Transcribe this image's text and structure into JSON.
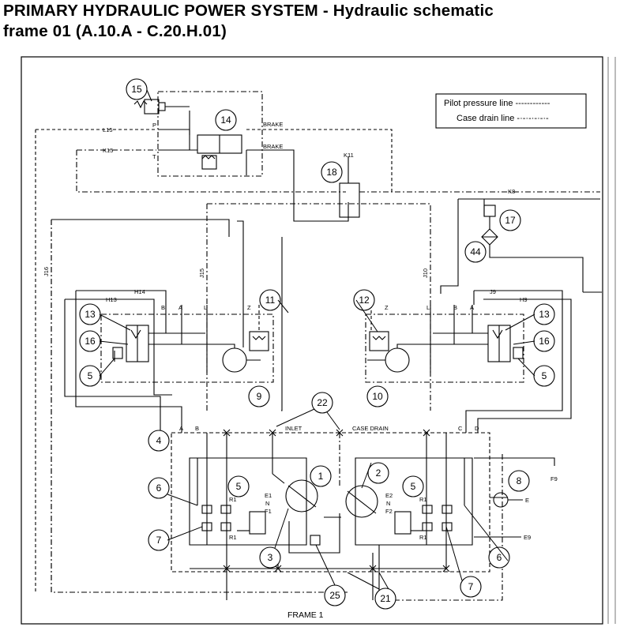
{
  "title": {
    "line1": "PRIMARY HYDRAULIC POWER SYSTEM - Hydraulic schematic",
    "line2": "frame 01 (A.10.A - C.20.H.01)"
  },
  "legend": {
    "pilot_line": "Pilot pressure line ------------",
    "case_drain": "Case drain line -·-·-·-·-·-"
  },
  "frame_label": "FRAME 1",
  "callouts": [
    {
      "id": "15",
      "text": "15"
    },
    {
      "id": "14",
      "text": "14"
    },
    {
      "id": "18",
      "text": "18"
    },
    {
      "id": "17",
      "text": "17"
    },
    {
      "id": "44",
      "text": "44"
    },
    {
      "id": "13L",
      "text": "13"
    },
    {
      "id": "16L",
      "text": "16"
    },
    {
      "id": "5L",
      "text": "5"
    },
    {
      "id": "11",
      "text": "11"
    },
    {
      "id": "9",
      "text": "9"
    },
    {
      "id": "12",
      "text": "12"
    },
    {
      "id": "10",
      "text": "10"
    },
    {
      "id": "13R",
      "text": "13"
    },
    {
      "id": "16R",
      "text": "16"
    },
    {
      "id": "5R",
      "text": "5"
    },
    {
      "id": "22",
      "text": "22"
    },
    {
      "id": "4",
      "text": "4"
    },
    {
      "id": "1",
      "text": "1"
    },
    {
      "id": "2",
      "text": "2"
    },
    {
      "id": "6L",
      "text": "6"
    },
    {
      "id": "5ML",
      "text": "5"
    },
    {
      "id": "5MR",
      "text": "5"
    },
    {
      "id": "8",
      "text": "8"
    },
    {
      "id": "7L",
      "text": "7"
    },
    {
      "id": "3",
      "text": "3"
    },
    {
      "id": "6R",
      "text": "6"
    },
    {
      "id": "25",
      "text": "25"
    },
    {
      "id": "21",
      "text": "21"
    },
    {
      "id": "7R",
      "text": "7"
    }
  ],
  "labels": [
    {
      "id": "L15",
      "text": "L15"
    },
    {
      "id": "K15",
      "text": "K15"
    },
    {
      "id": "P",
      "text": "P"
    },
    {
      "id": "T",
      "text": "T"
    },
    {
      "id": "BRAKE1",
      "text": "BRAKE"
    },
    {
      "id": "BRAKE2",
      "text": "BRAKE"
    },
    {
      "id": "K11",
      "text": "K11"
    },
    {
      "id": "K8",
      "text": "K8"
    },
    {
      "id": "J16",
      "text": "J16"
    },
    {
      "id": "J15",
      "text": "J15"
    },
    {
      "id": "J10",
      "text": "J10"
    },
    {
      "id": "H14",
      "text": "H14"
    },
    {
      "id": "H13",
      "text": "H13"
    },
    {
      "id": "J9",
      "text": "J9"
    },
    {
      "id": "H9",
      "text": "H9"
    },
    {
      "id": "B_L",
      "text": "B"
    },
    {
      "id": "A_L",
      "text": "A"
    },
    {
      "id": "L_L",
      "text": "L"
    },
    {
      "id": "Z_L",
      "text": "Z"
    },
    {
      "id": "Z_R",
      "text": "Z"
    },
    {
      "id": "L_R",
      "text": "L"
    },
    {
      "id": "B_R",
      "text": "B"
    },
    {
      "id": "A_R",
      "text": "A"
    },
    {
      "id": "A_F",
      "text": "A"
    },
    {
      "id": "B_F",
      "text": "B"
    },
    {
      "id": "INLET",
      "text": "INLET"
    },
    {
      "id": "CASEDRAIN",
      "text": "CASE DRAIN"
    },
    {
      "id": "C_F",
      "text": "C"
    },
    {
      "id": "D_F",
      "text": "D"
    },
    {
      "id": "F9",
      "text": "F9"
    },
    {
      "id": "E",
      "text": "E"
    },
    {
      "id": "E9",
      "text": "E9"
    },
    {
      "id": "R1a",
      "text": "R1"
    },
    {
      "id": "R1b",
      "text": "R1"
    },
    {
      "id": "R1c",
      "text": "R1"
    },
    {
      "id": "R1d",
      "text": "R1"
    },
    {
      "id": "E1",
      "text": "E1"
    },
    {
      "id": "N1",
      "text": "N"
    },
    {
      "id": "F1",
      "text": "F1"
    },
    {
      "id": "E2",
      "text": "E2"
    },
    {
      "id": "N2",
      "text": "N"
    },
    {
      "id": "F2",
      "text": "F2"
    }
  ]
}
